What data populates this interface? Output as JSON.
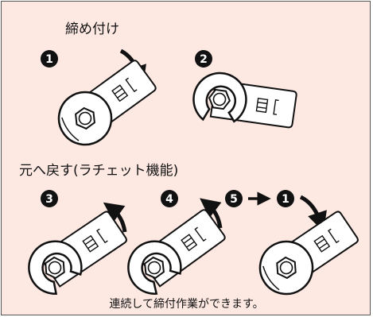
{
  "headings": {
    "tighten": "締め付け",
    "return_ratchet": "元へ戻す(ラチェット機能)"
  },
  "step_badges": [
    "1",
    "2",
    "3",
    "4",
    "5",
    "1"
  ],
  "caption": "連続して締付作業ができます。",
  "icons": [
    "wrench-icon",
    "hex-bolt-icon",
    "curved-arrow-icon",
    "right-arrow-icon"
  ],
  "colors": {
    "background": "#fde8e2",
    "wrench_fill": "#ffffff",
    "outline": "#111111",
    "badge": "#111111"
  }
}
